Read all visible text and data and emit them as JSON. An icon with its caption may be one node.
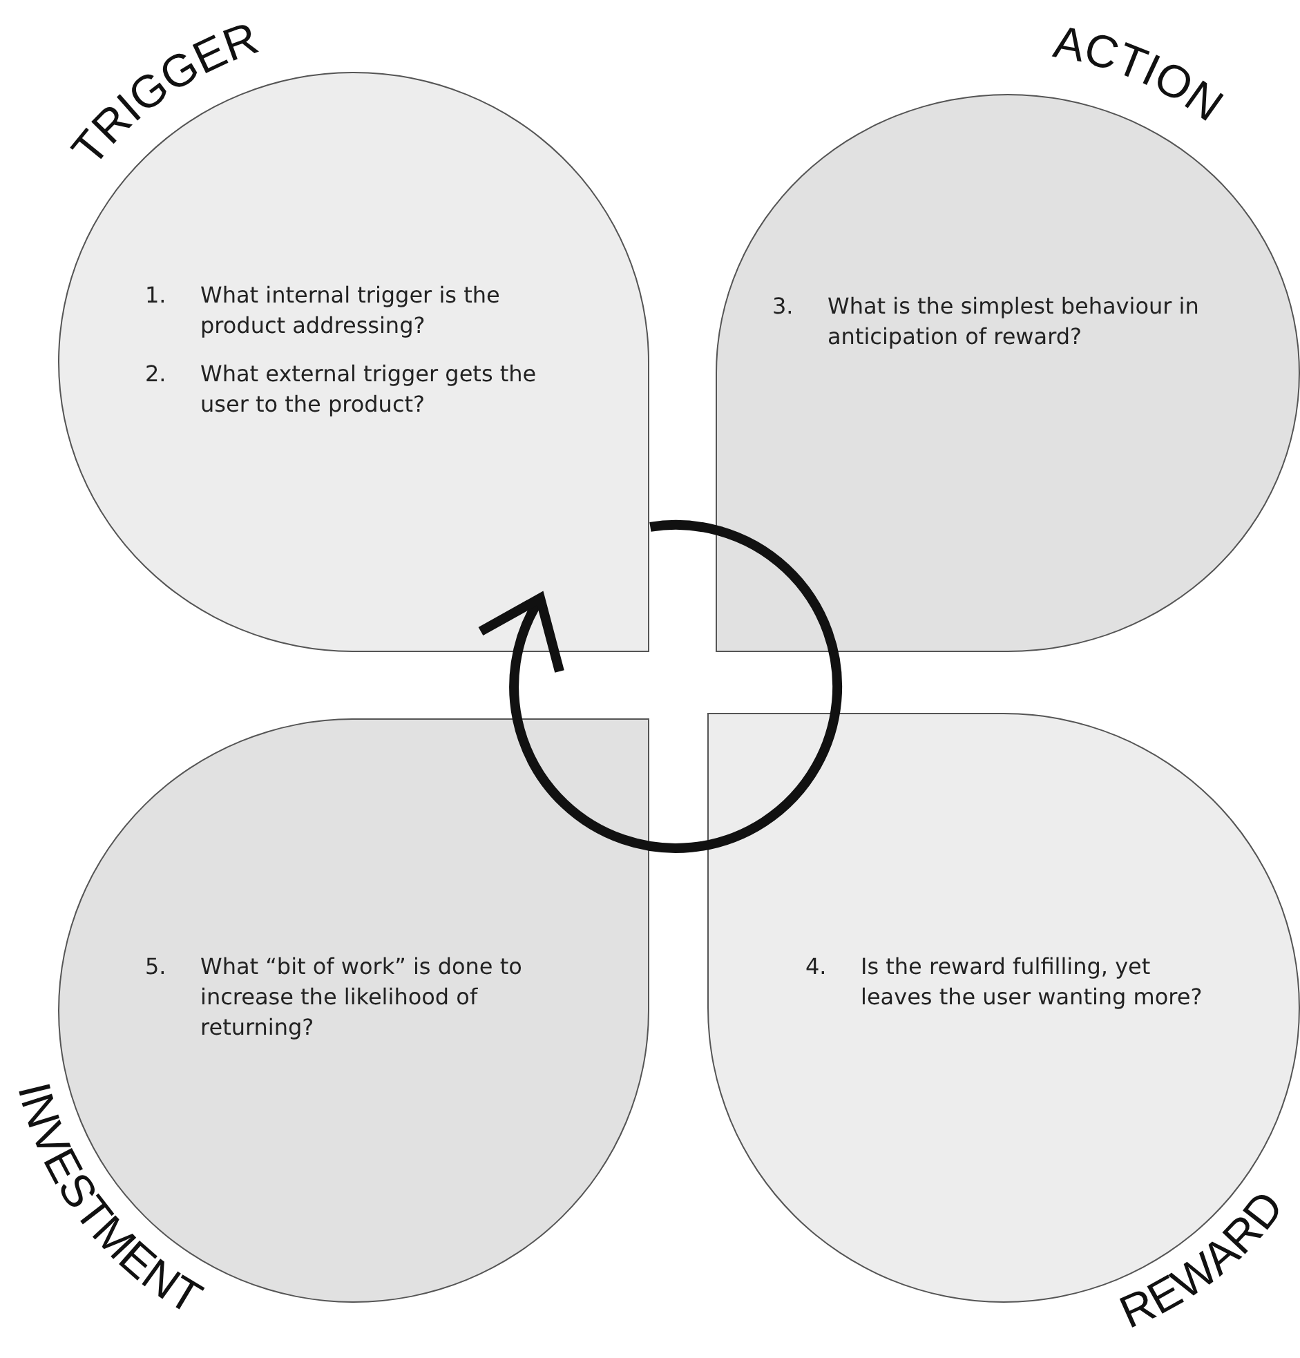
{
  "diagram": {
    "nodes": [
      {
        "text": [
          "TRIGGER",
          "1. What internal trigger is the product addressing?",
          "2. What external trigger gets the user to the product?"
        ]
      },
      {
        "text": [
          "ACTION",
          "3. What is the simplest behaviour in anticipation of reward?"
        ]
      },
      {
        "text": [
          "5. What “bit of work” is done to increase the likelihood of returning?",
          "INVESTMENT"
        ]
      },
      {
        "text": [
          "4. Is the reward fulfilling, yet leaves the user wanting more?",
          "REWARD"
        ]
      }
    ],
    "edges": []
  }
}
